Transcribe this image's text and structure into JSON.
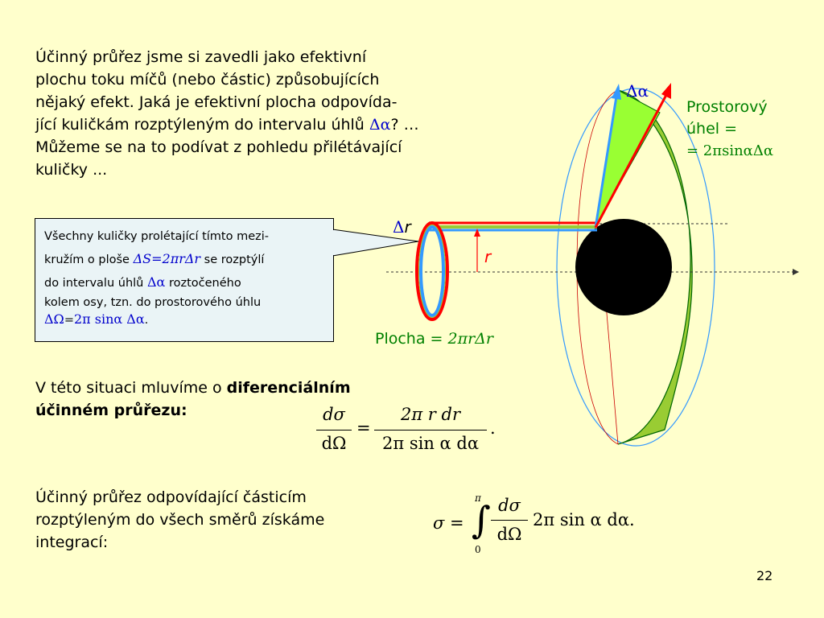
{
  "intro": {
    "line1": "Účinný průřez jsme si zavedli jako efektivní",
    "line2": "plochu toku míčů (nebo částic) způsobujících",
    "line3": "nějaký efekt. Jaká je efektivní plocha odpovída-",
    "line4_before": "jící kuličkám rozptýleným do intervalu úhlů ",
    "line4_sym": "Δα",
    "line4_after": "? …",
    "line5": "Můžeme se na to podívat z pohledu přilétávající",
    "line6": "kuličky ..."
  },
  "callout": {
    "line1": "Všechny kuličky prolétající tímto mezi-",
    "line2_before": "kružím o ploše ",
    "line2_formula": "ΔS=2πrΔr",
    "line2_after": " se rozptýlí",
    "line3_before": "do intervalu úhlů ",
    "line3_sym": "Δα",
    "line3_after": " roztočeného",
    "line4": "kolem osy, tzn. do prostorového úhlu",
    "line5_formula_a": "ΔΩ",
    "line5_eq": "=",
    "line5_formula_b": "2π sinα Δα",
    "line5_end": "."
  },
  "diagram": {
    "delta_alpha": "Δα",
    "delta_r_sym": "Δ",
    "delta_r_var": "r",
    "r_label": "r",
    "plocha_label": "Plocha = ",
    "plocha_formula": "2πrΔr",
    "solid_angle_line1": "Prostorový",
    "solid_angle_line2": "úhel =",
    "solid_angle_formula": "= 2πsinαΔα",
    "colors": {
      "ring_outer": "#ff0000",
      "ring_inner": "#3399ff",
      "cone": "#99cc33",
      "cone_light": "#99ff33",
      "ball": "#000000",
      "text_green": "#008000"
    }
  },
  "situation": {
    "line1_before": "V této situaci mluvíme o ",
    "line1_bold": "diferenciálním",
    "line2_bold": "účinném průřezu:"
  },
  "eq1": {
    "num_left": "dσ",
    "den_left": "dΩ",
    "eq": "=",
    "num_right": "2π r dr",
    "den_right": "2π sin α dα",
    "end": "."
  },
  "final": {
    "line1": "Účinný průřez odpovídající částicím",
    "line2": "rozptýleným do všech směrů získáme",
    "line3": "integrací:"
  },
  "eq2": {
    "lhs": "σ =",
    "upper": "π",
    "lower": "0",
    "num": "dσ",
    "den": "dΩ",
    "rest": "2π sin α dα."
  },
  "page_number": "22"
}
